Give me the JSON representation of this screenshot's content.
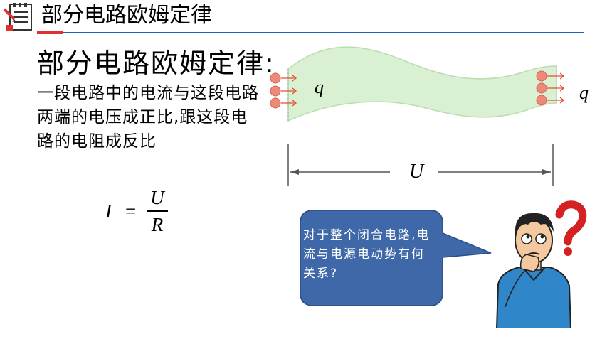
{
  "header": {
    "title": "部分电路欧姆定律"
  },
  "law": {
    "title": "部分电路欧姆定律:",
    "body": "一段电路中的电流与这段电路两端的电压成正比,跟这段电路的电阻成反比"
  },
  "formula": {
    "lhs": "I",
    "eq": "=",
    "num": "U",
    "den": "R"
  },
  "diagram": {
    "q_left": "q",
    "q_right": "q",
    "u": "U"
  },
  "bubble": {
    "text": "对于整个闭合电路,电流与电源电动势有何关系?"
  },
  "colors": {
    "accent_red": "#e03030",
    "accent_blue": "#1a64c0",
    "bubble": "#3f68a8",
    "wire": "#d9f0d2",
    "charge": "#f08878"
  }
}
